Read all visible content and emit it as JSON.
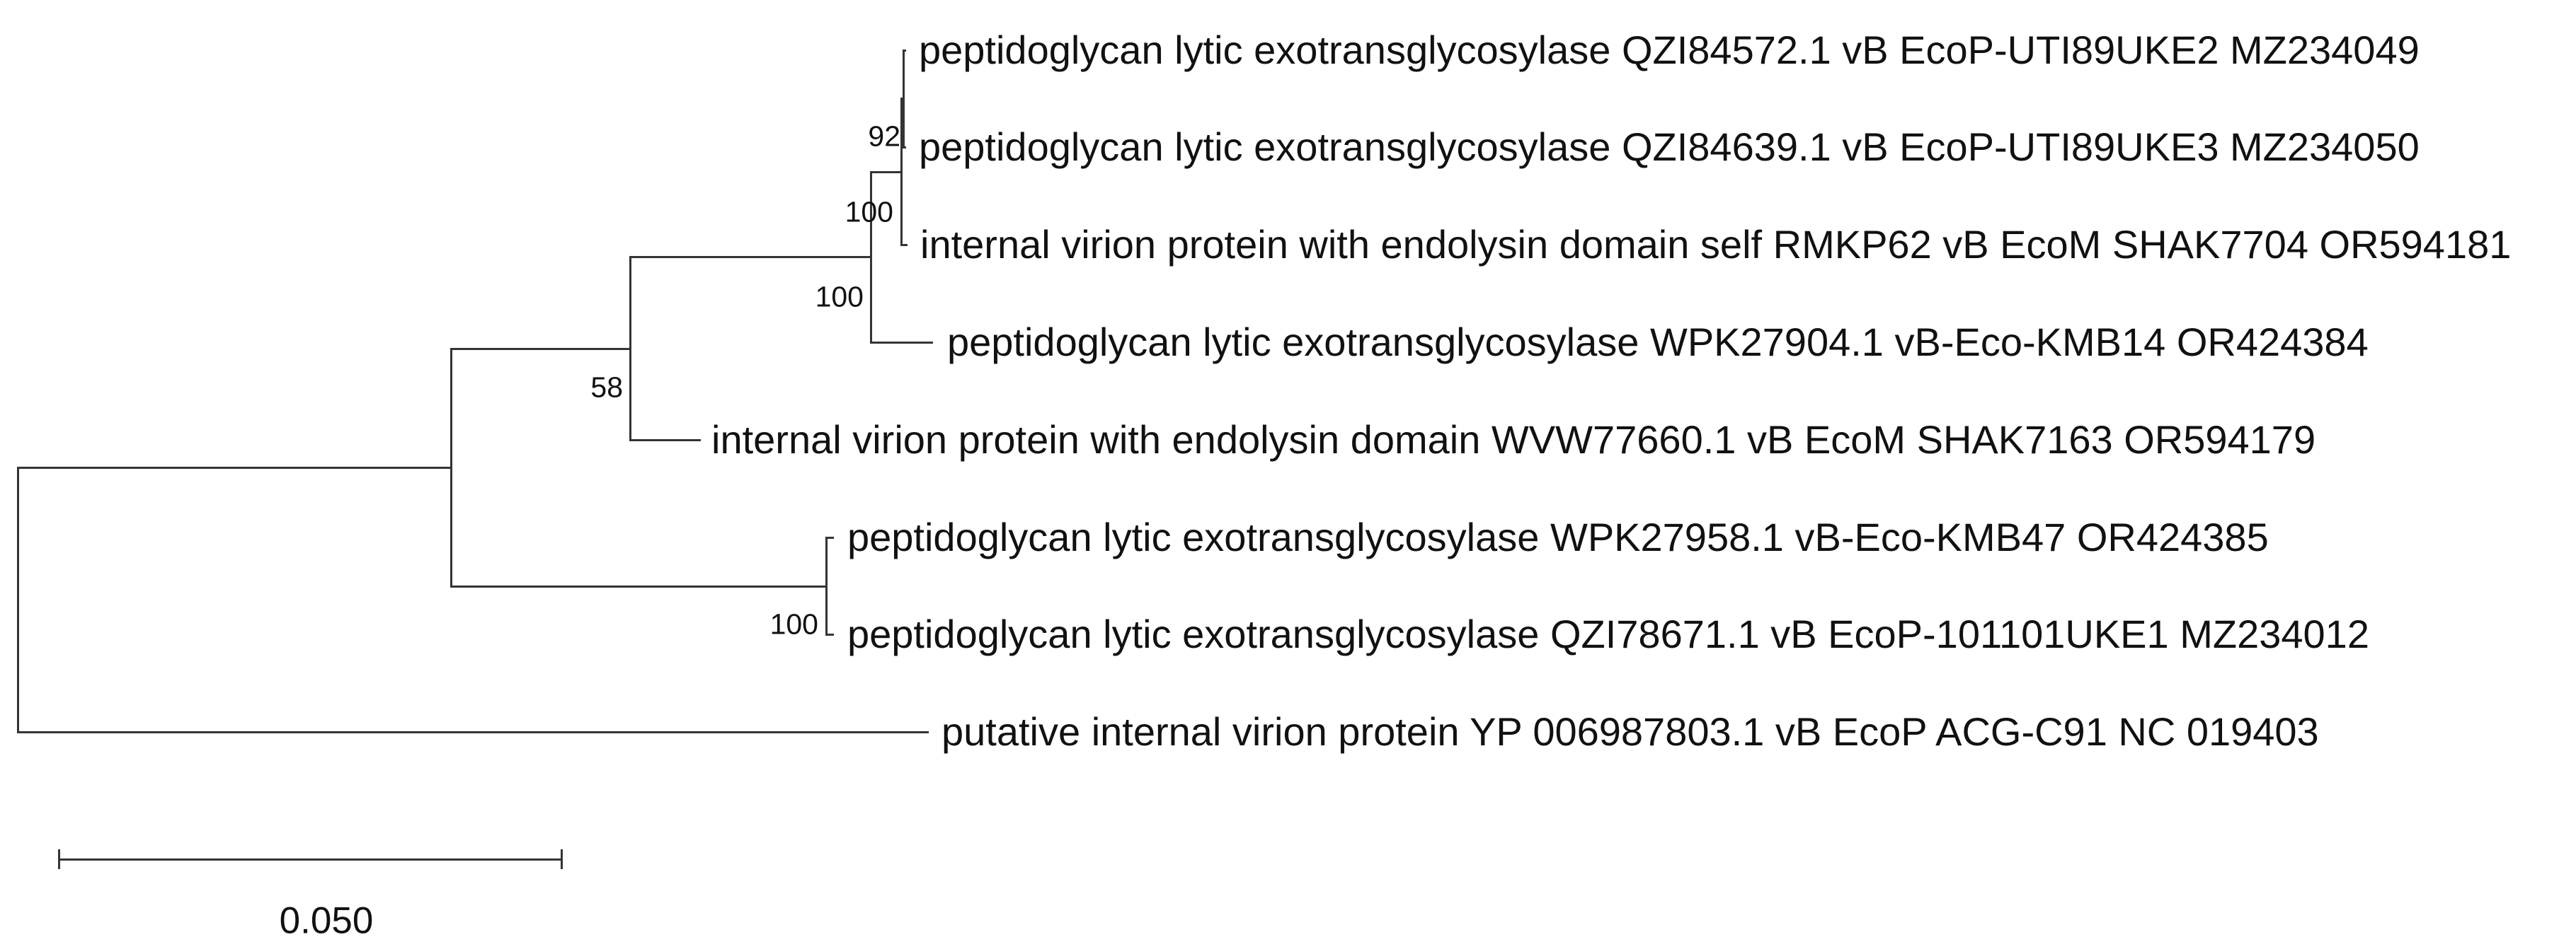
{
  "figure": {
    "kind": "phylogenetic-tree",
    "style": "rectangular phylogram, left-to-right, black lines on white"
  },
  "taxa": [
    {
      "label": "peptidoglycan lytic exotransglycosylase QZI84572.1 vB EcoP-UTI89UKE2 MZ234049"
    },
    {
      "label": "peptidoglycan lytic exotransglycosylase QZI84639.1 vB EcoP-UTI89UKE3 MZ234050"
    },
    {
      "label": "internal virion protein with endolysin domain self RMKP62 vB EcoM SHAK7704 OR594181"
    },
    {
      "label": "peptidoglycan lytic exotransglycosylase WPK27904.1 vB-Eco-KMB14 OR424384"
    },
    {
      "label": "internal virion protein with endolysin domain WVW77660.1 vB EcoM SHAK7163 OR594179"
    },
    {
      "label": "peptidoglycan lytic exotransglycosylase WPK27958.1 vB-Eco-KMB47 OR424385"
    },
    {
      "label": "peptidoglycan lytic exotransglycosylase QZI78671.1 vB EcoP-101101UKE1 MZ234012"
    },
    {
      "label": "putative internal virion protein YP 006987803.1 vB EcoP ACG-C91 NC 019403"
    }
  ],
  "bootstrap": [
    {
      "node": "clade-UTI89UKE2+UTI89UKE3",
      "value": "92"
    },
    {
      "node": "clade-(UTI89UKE2,UTI89UKE3)+SHAK7704",
      "value": "100"
    },
    {
      "node": "clade-above+KMB14",
      "value": "100"
    },
    {
      "node": "clade-above+SHAK7163",
      "value": "58"
    },
    {
      "node": "clade-KMB47+101101UKE1",
      "value": "100"
    }
  ],
  "tree": {
    "newick": "((((((vB_EcoP-UTI89UKE2,vB_EcoP-UTI89UKE3)92,vB_EcoM_SHAK7704)100,vB-Eco-KMB14)100,vB_EcoM_SHAK7163)58,(vB-Eco-KMB47,vB_EcoP-101101UKE1)100),vB_EcoP_ACG-C91);"
  },
  "scale_bar": {
    "label": "0.050"
  },
  "colors": {
    "line": "#343434",
    "text": "#111111",
    "background": "#ffffff"
  }
}
